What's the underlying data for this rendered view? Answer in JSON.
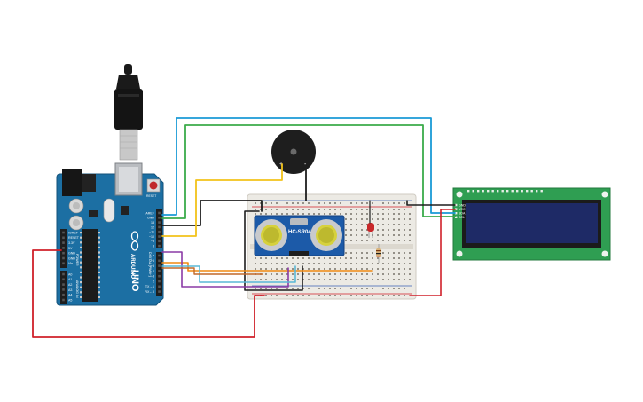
{
  "arduino": {
    "brand": "ARDUINO",
    "model": "UNO",
    "reset_label": "RESET",
    "header_digital": "DIGITAL (PWM~)",
    "header_power": "POWER",
    "header_analog": "ANALOG IN",
    "pins_top": [
      "AREF",
      "GND",
      "13",
      "12",
      "~11",
      "~10",
      "~9",
      "8"
    ],
    "pins_bottom": [
      "7",
      "~6",
      "~5",
      "4",
      "~3",
      "2",
      "TX→1",
      "RX←0"
    ],
    "power_pins": [
      "IOREF",
      "RESET",
      "3.3V",
      "5V",
      "GND",
      "GND",
      "Vin"
    ],
    "analog_pins": [
      "A0",
      "A1",
      "A2",
      "A3",
      "A4",
      "A5"
    ]
  },
  "sensor": {
    "label": "HC-SR04"
  },
  "lcd": {
    "pins": [
      "GND",
      "VCC",
      "SDA",
      "SCL"
    ]
  },
  "buzzer": {
    "pos": "+",
    "neg": "-"
  },
  "colors": {
    "wire_blue": "#1a9ad6",
    "wire_green": "#3bab4a",
    "wire_yellow": "#f2c21a",
    "wire_black": "#1e1e1e",
    "wire_red": "#d0202a",
    "wire_orange": "#f08a12",
    "wire_purple": "#8a3aa6",
    "wire_cyan": "#5ab8d6",
    "board_blue": "#1c6fa3",
    "lcd_green": "#2f9e52",
    "lcd_screen": "#1e2a66"
  }
}
